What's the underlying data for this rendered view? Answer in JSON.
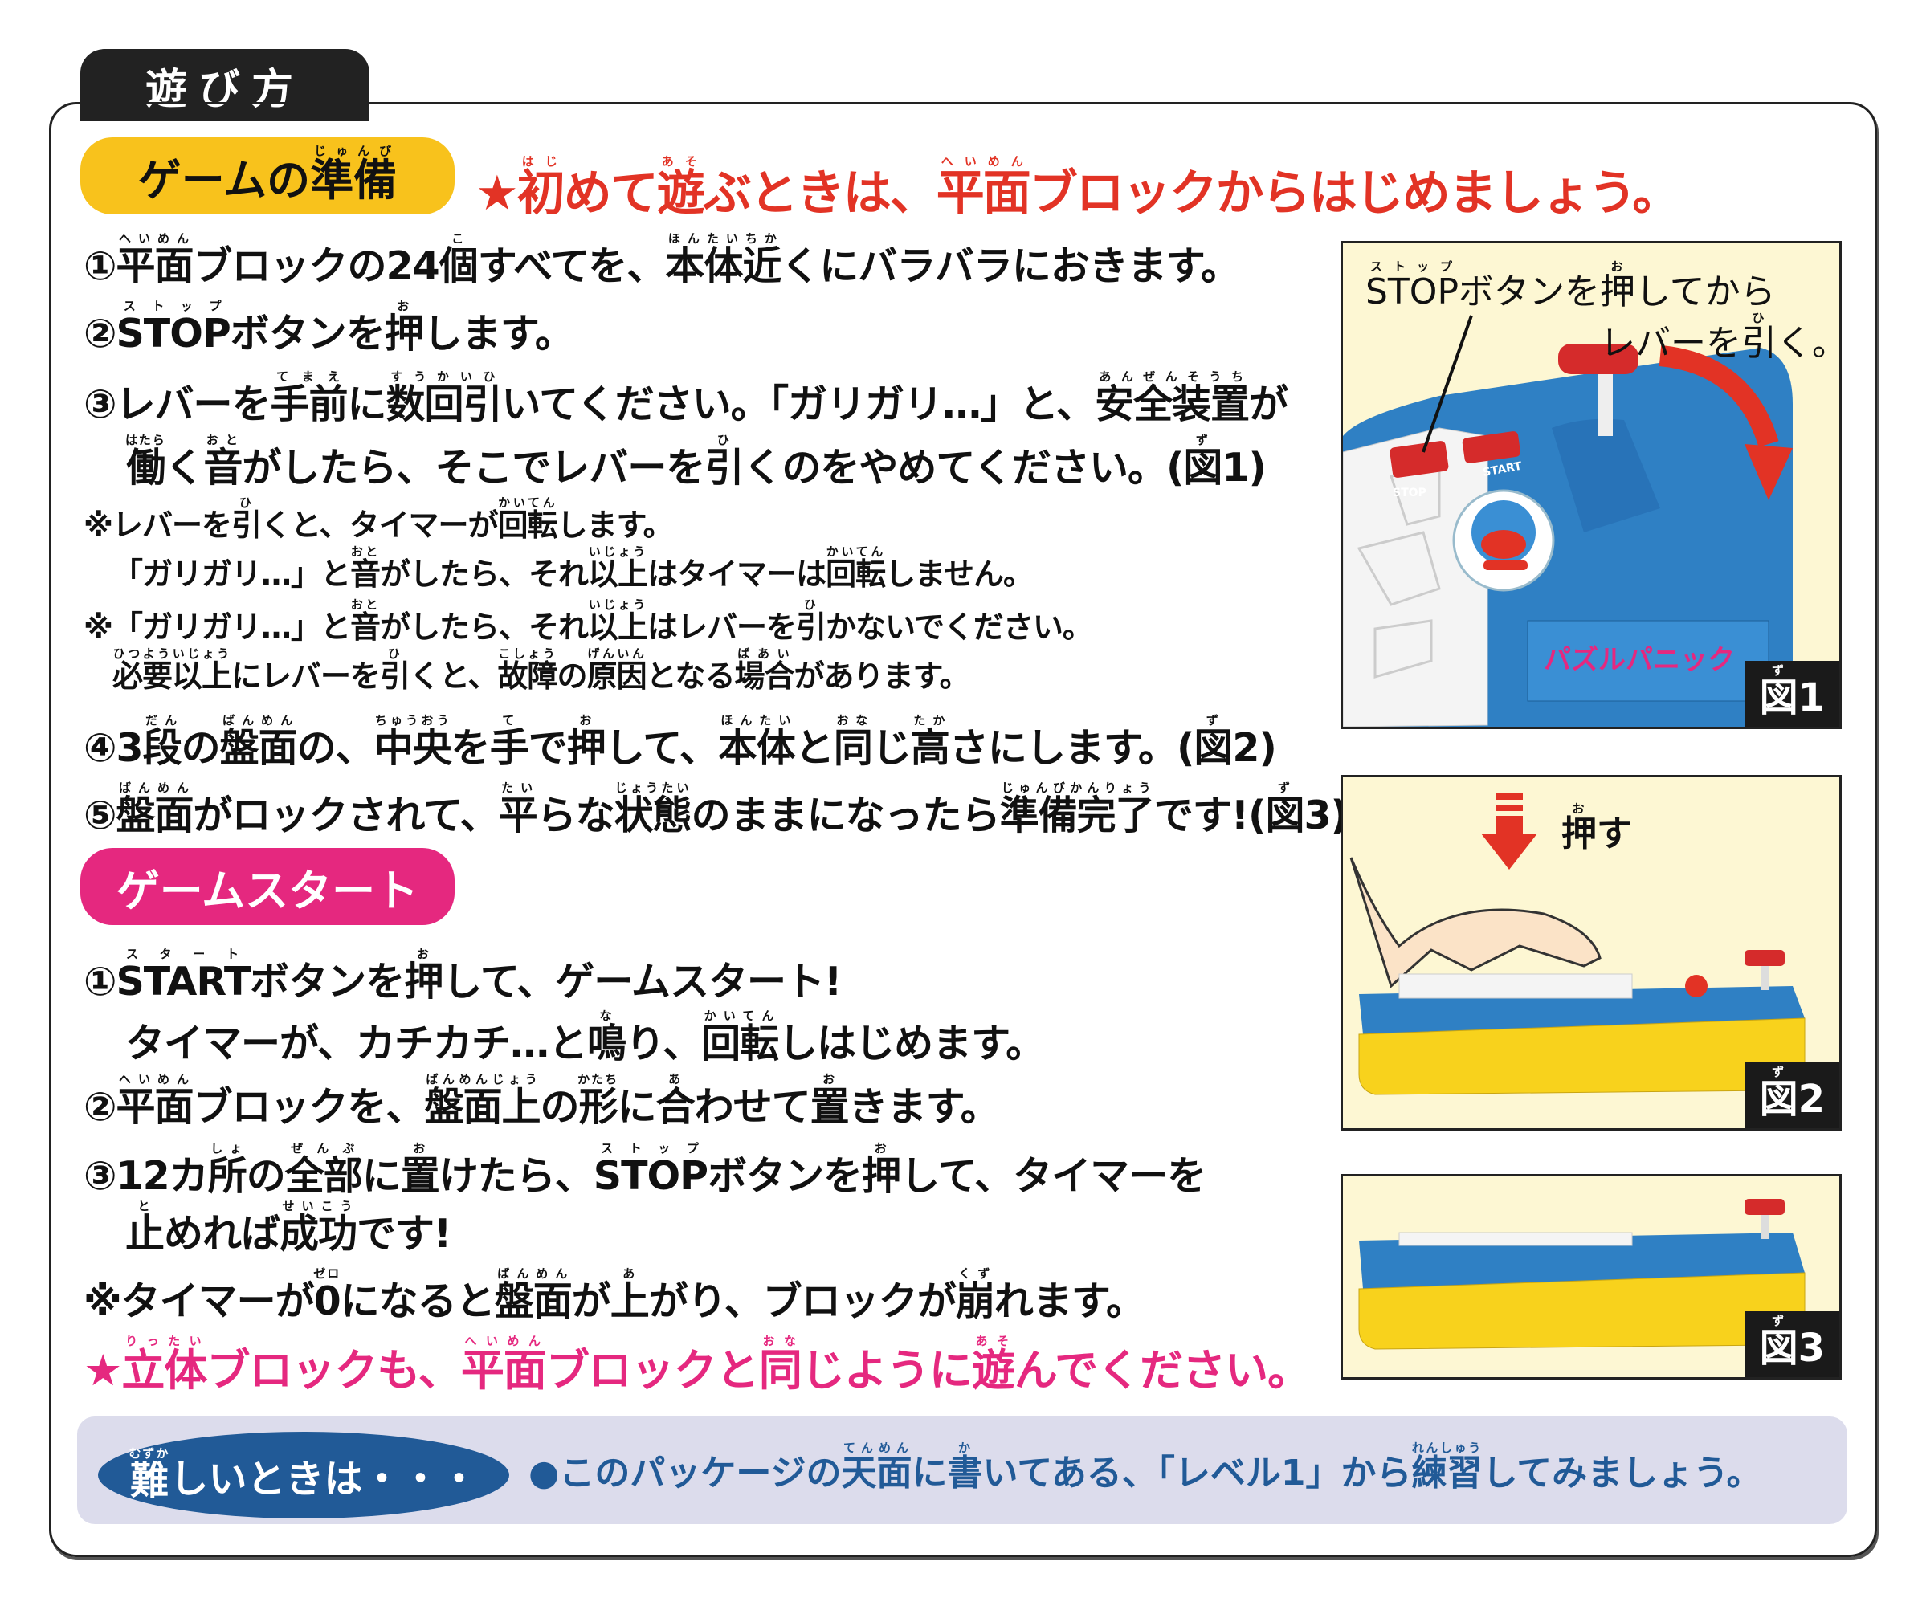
{
  "tab_title": "遊び方",
  "prep": {
    "label": [
      "ゲームの",
      [
        "準備",
        "じゅんび"
      ]
    ],
    "headline": [
      "★",
      [
        "初",
        "はじ"
      ],
      "めて",
      [
        "遊",
        "あそ"
      ],
      "ぶときは、",
      [
        "平面",
        "へいめん"
      ],
      "ブロックからはじめましょう。"
    ],
    "lines": [
      [
        "①",
        [
          "平面",
          "へいめん"
        ],
        "ブロックの24",
        [
          "個",
          "こ"
        ],
        "すべてを、",
        [
          "本体近",
          "ほんたいちか"
        ],
        "くにバラバラにおきます。"
      ],
      [
        "②",
        [
          "STOP",
          "ストップ"
        ],
        "ボタンを",
        [
          "押",
          "お"
        ],
        "します。"
      ],
      [
        "③レバーを",
        [
          "手前",
          "てまえ"
        ],
        "に",
        [
          "数回引",
          "すうかいひ"
        ],
        "いてください。「ガリガリ…」と、",
        [
          "安全装置",
          "あんぜんそうち"
        ],
        "が"
      ],
      [
        [
          "働",
          "はたら"
        ],
        "く",
        [
          "音",
          "おと"
        ],
        "がしたら、そこでレバーを",
        [
          "引",
          "ひ"
        ],
        "くのをやめてください。(",
        [
          "図",
          "ず"
        ],
        "1)"
      ],
      [
        "※レバーを",
        [
          "引",
          "ひ"
        ],
        "くと、タイマーが",
        [
          "回転",
          "かいてん"
        ],
        "します。"
      ],
      [
        "「ガリガリ…」と",
        [
          "音",
          "おと"
        ],
        "がしたら、それ",
        [
          "以上",
          "いじょう"
        ],
        "はタイマーは",
        [
          "回転",
          "かいてん"
        ],
        "しません。"
      ],
      [
        "※「ガリガリ…」と",
        [
          "音",
          "おと"
        ],
        "がしたら、それ",
        [
          "以上",
          "いじょう"
        ],
        "はレバーを",
        [
          "引",
          "ひ"
        ],
        "かないでください。"
      ],
      [
        [
          "必要以上",
          "ひつよういじょう"
        ],
        "にレバーを",
        [
          "引",
          "ひ"
        ],
        "くと、",
        [
          "故障",
          "こしょう"
        ],
        "の",
        [
          "原因",
          "げんいん"
        ],
        "となる",
        [
          "場合",
          "ばあい"
        ],
        "があります。"
      ],
      [
        "④3",
        [
          "段",
          "だん"
        ],
        "の",
        [
          "盤面",
          "ばんめん"
        ],
        "の、",
        [
          "中央",
          "ちゅうおう"
        ],
        "を",
        [
          "手",
          "て"
        ],
        "で",
        [
          "押",
          "お"
        ],
        "して、",
        [
          "本体",
          "ほんたい"
        ],
        "と",
        [
          "同",
          "おな"
        ],
        "じ",
        [
          "高",
          "たか"
        ],
        "さにします。(",
        [
          "図",
          "ず"
        ],
        "2)"
      ],
      [
        "⑤",
        [
          "盤面",
          "ばんめん"
        ],
        "がロックされて、",
        [
          "平",
          "たい"
        ],
        "らな",
        [
          "状態",
          "じょうたい"
        ],
        "のままになったら",
        [
          "準備完了",
          "じゅんびかんりょう"
        ],
        "です!(",
        [
          "図",
          "ず"
        ],
        "3)"
      ]
    ]
  },
  "start": {
    "label": "ゲームスタート",
    "lines": [
      [
        "①",
        [
          "START",
          "スタート"
        ],
        "ボタンを",
        [
          "押",
          "お"
        ],
        "して、ゲームスタート!"
      ],
      [
        "タイマーが、カチカチ…と",
        [
          "鳴",
          "な"
        ],
        "り、",
        [
          "回転",
          "かいてん"
        ],
        "しはじめます。"
      ],
      [
        "②",
        [
          "平面",
          "へいめん"
        ],
        "ブロックを、",
        [
          "盤面上",
          "ばんめんじょう"
        ],
        "の",
        [
          "形",
          "かたち"
        ],
        "に",
        [
          "合",
          "あ"
        ],
        "わせて",
        [
          "置",
          "お"
        ],
        "きます。"
      ],
      [
        "③12カ",
        [
          "所",
          "しょ"
        ],
        "の",
        [
          "全部",
          "ぜんぶ"
        ],
        "に",
        [
          "置",
          "お"
        ],
        "けたら、",
        [
          "STOP",
          "ストップ"
        ],
        "ボタンを",
        [
          "押",
          "お"
        ],
        "して、タイマーを"
      ],
      [
        [
          "止",
          "と"
        ],
        "めれば",
        [
          "成功",
          "せいこう"
        ],
        "です!"
      ],
      [
        "※タイマーが",
        [
          "0",
          "ゼロ"
        ],
        "になると",
        [
          "盤面",
          "ばんめん"
        ],
        "が",
        [
          "上",
          "あ"
        ],
        "がり、ブロックが",
        [
          "崩",
          "くず"
        ],
        "れます。"
      ],
      [
        "★",
        [
          "立体",
          "りったい"
        ],
        "ブロックも、",
        [
          "平面",
          "へいめん"
        ],
        "ブロックと",
        [
          "同",
          "おな"
        ],
        "じように",
        [
          "遊",
          "あそ"
        ],
        "んでください。"
      ]
    ]
  },
  "figures": {
    "fig1": {
      "caption1": [
        [
          "STOP",
          "ストップ"
        ],
        "ボタンを",
        [
          "押",
          "お"
        ],
        "してから"
      ],
      "caption2": [
        "レバーを",
        [
          "引",
          "ひ"
        ],
        "く。"
      ],
      "stop_label": "STOP",
      "start_label": "START",
      "label": [
        [
          "図",
          "ず"
        ],
        "1"
      ]
    },
    "fig2": {
      "caption": [
        [
          "押",
          "お"
        ],
        "す"
      ],
      "label": [
        [
          "図",
          "ず"
        ],
        "2"
      ]
    },
    "fig3": {
      "label": [
        [
          "図",
          "ず"
        ],
        "3"
      ]
    }
  },
  "hint": {
    "label": [
      [
        "難",
        "むずか"
      ],
      "しいときは・・・"
    ],
    "text": [
      "●このパッケージの",
      [
        "天面",
        "てんめん"
      ],
      "に",
      [
        "書",
        "か"
      ],
      "いてある、「レベル1」から",
      [
        "練習",
        "れんしゅう"
      ],
      "してみましょう。"
    ]
  },
  "colors": {
    "red": "#e23325",
    "pink": "#e5287f",
    "yellow": "#f8c21c",
    "blue": "#215a97",
    "figure_bg": "#fdf7d3"
  }
}
